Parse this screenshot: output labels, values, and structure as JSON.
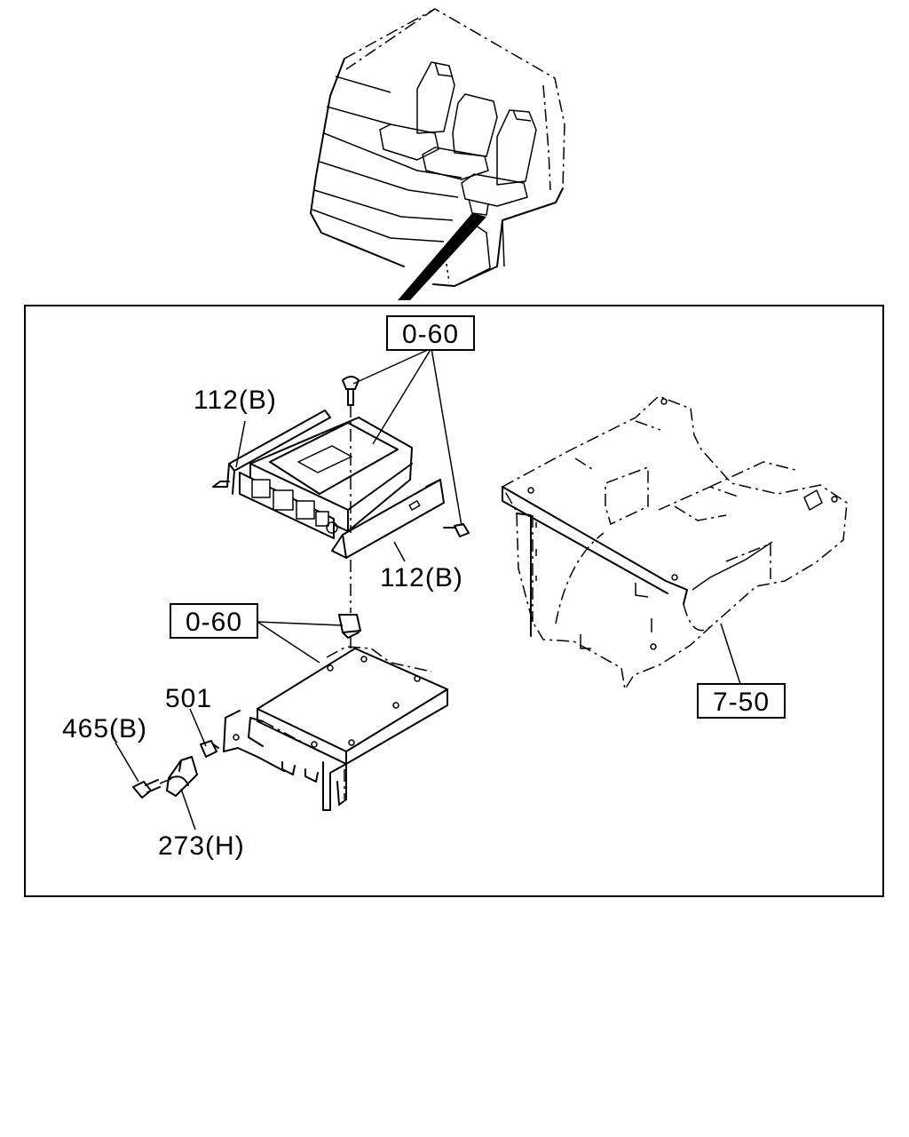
{
  "labels": {
    "ref_top": "0-60",
    "ref_mid": "0-60",
    "ref_frame": "7-50",
    "bracket_upper": "112(B)",
    "bracket_lower": "112(B)",
    "part_501": "501",
    "bolt_465": "465(B)",
    "clip_273": "273(H)"
  },
  "colors": {
    "line": "#000000",
    "background": "#ffffff"
  }
}
